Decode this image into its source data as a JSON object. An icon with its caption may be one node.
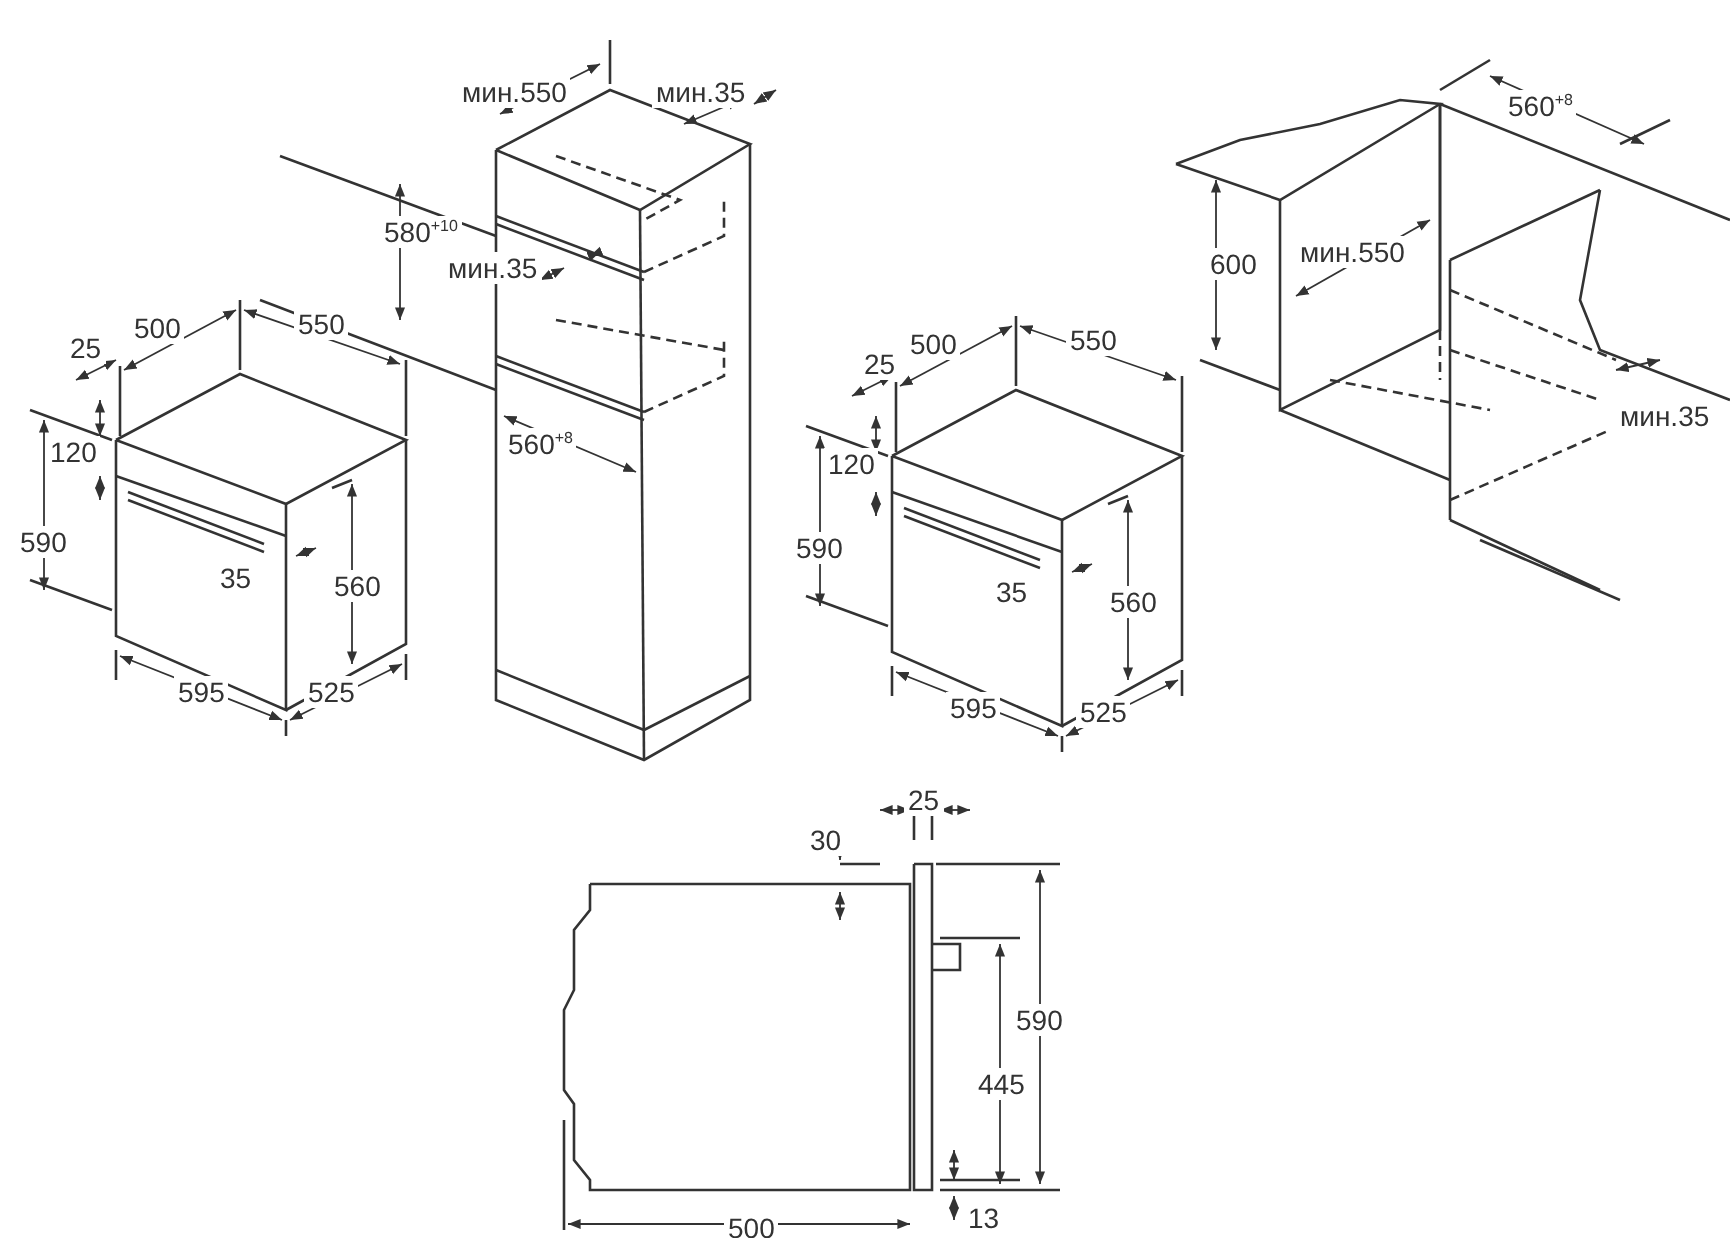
{
  "diagram": {
    "labels": [
      "мин.550",
      "мин.35",
      "580$^{+10}$",
      "мин.35",
      "560$^{+8}$",
      "560$^{+8}$",
      "600",
      "мин.550",
      "мин.35",
      "500",
      "550",
      "25",
      "120",
      "590",
      "35",
      "560",
      "595",
      "525",
      "500",
      "550",
      "25",
      "120",
      "590",
      "35",
      "560",
      "595",
      "525",
      "25",
      "30",
      "590",
      "445",
      "500",
      "13"
    ]
  }
}
